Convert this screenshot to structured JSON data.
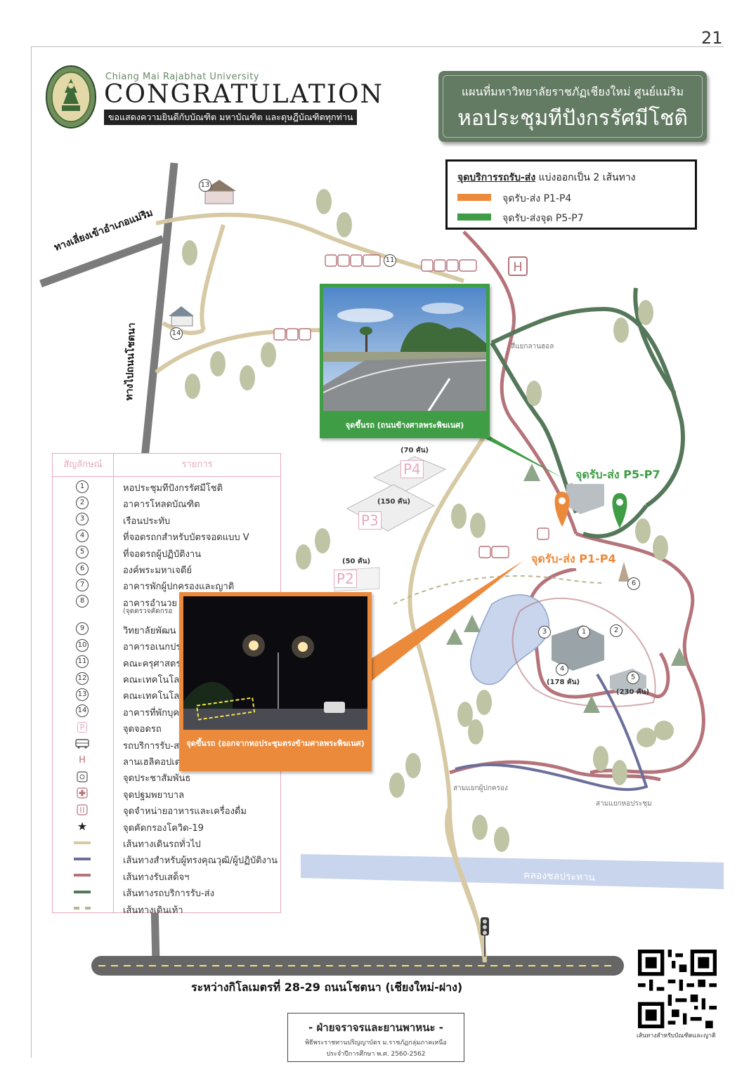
{
  "page_number": "21",
  "header": {
    "university": "Chiang Mai Rajabhat University",
    "title": "CONGRATULATION",
    "subtitle": "ขอแสดงความยินดีกับบัณฑิต มหาบัณฑิต และดุษฎีบัณฑิตทุกท่าน"
  },
  "map_title": {
    "line1": "แผนที่มหาวิทยาลัยราชภัฏเชียงใหม่ ศูนย์แม่ริม",
    "line2": "หอประชุมทีปังกรรัศมีโชติ"
  },
  "shuttle_legend": {
    "heading_bold": "จุดบริการรถรับ-ส่ง",
    "heading_rest": " แบ่งออกเป็น 2 เส้นทาง",
    "items": [
      {
        "label": "จุดรับ-ส่ง P1-P4",
        "color": "#ec8a3c"
      },
      {
        "label": "จุดรับ-ส่งจุด P5-P7",
        "color": "#3f9d45"
      }
    ]
  },
  "roads": {
    "mae_rim_junction": "ทางเลี่ยงเข้าอำเภอแม่ริม",
    "to_chotana": "ทางไปถนนโชตนา",
    "canal": "คลองชลประทาน",
    "main_road": "ระหว่างกิโลเมตรที่ 28-29 ถนนโชตนา (เชียงใหม่-ฝาง)"
  },
  "place_labels": {
    "hall_junction": "สี่แยกลานฮอล",
    "guardian_junction": "สามแยกผู้ปกครอง",
    "assembly_junction": "สามแยกหอประชุม"
  },
  "parking": {
    "p4": {
      "label": "P4",
      "capacity": "(70 คัน)"
    },
    "p3": {
      "label": "P3",
      "capacity": "(150 คัน)"
    },
    "p2": {
      "label": "P2",
      "capacity": "(50 คัน)"
    },
    "building4_capacity": "(178 คัน)",
    "building5_capacity": "(230 คัน)"
  },
  "pickup_points": {
    "green": {
      "label": "จุดรับ-ส่ง P5-P7",
      "color": "#3f9d45"
    },
    "orange": {
      "label": "จุดรับ-ส่ง P1-P4",
      "color": "#ec8a3c"
    }
  },
  "callouts": {
    "green": {
      "caption": "จุดขึ้นรถ (ถนนข้างศาลพระพิฆเนศ)"
    },
    "orange": {
      "caption": "จุดขึ้นรถ (ออกจากหอประชุมตรงข้ามศาลพระพิฆเนศ)"
    }
  },
  "legend": {
    "col_symbol": "สัญลักษณ์",
    "col_item": "รายการ",
    "rows": [
      {
        "sym": "1",
        "type": "num",
        "label": "หอประชุมทีปังกรรัศมีโชติ"
      },
      {
        "sym": "2",
        "type": "num",
        "label": "อาคารโหลดบัณฑิต"
      },
      {
        "sym": "3",
        "type": "num",
        "label": "เรือนประทับ"
      },
      {
        "sym": "4",
        "type": "num",
        "label": "ที่จอดรถกสำหรับบัตรจอดแบบ V"
      },
      {
        "sym": "5",
        "type": "num",
        "label": "ที่จอดรถผู้ปฏิบัติงาน"
      },
      {
        "sym": "6",
        "type": "num",
        "label": "องค์พระมหาเจดีย์"
      },
      {
        "sym": "7",
        "type": "num",
        "label": "อาคารพักผู้ปกครองและญาติ"
      },
      {
        "sym": "8",
        "type": "num",
        "label": "อาคารอำนวย",
        "sub": "(จุดตรวจคัดกรอ"
      },
      {
        "sym": "9",
        "type": "num",
        "label": "วิทยาลัยพัฒน"
      },
      {
        "sym": "10",
        "type": "num",
        "label": "อาคารอเนกปร"
      },
      {
        "sym": "11",
        "type": "num",
        "label": "คณะครุศาสตร"
      },
      {
        "sym": "12",
        "type": "num",
        "label": "คณะเทคโนโลยี"
      },
      {
        "sym": "13",
        "type": "num",
        "label": "คณะเทคโนโลยี"
      },
      {
        "sym": "14",
        "type": "num",
        "label": "อาคารที่พักบุค"
      },
      {
        "sym": "P",
        "type": "parking",
        "label": "จุดจอดรถ"
      },
      {
        "sym": "bus",
        "type": "bus",
        "label": "รถบริการรับ-ส"
      },
      {
        "sym": "H",
        "type": "heli",
        "label": "ลานเฮลิคอปเต"
      },
      {
        "sym": "info",
        "type": "info",
        "label": "จุดประชาสัมพันธ"
      },
      {
        "sym": "+",
        "type": "aid",
        "label": "จุดปฐมพยาบาล"
      },
      {
        "sym": "food",
        "type": "food",
        "label": "จุดจำหน่ายอาหารและเครื่องดื่ม"
      },
      {
        "sym": "★",
        "type": "star",
        "label": "จุดคัดกรองโควิด-19"
      },
      {
        "sym": "line",
        "type": "line",
        "color": "#d6c9a4",
        "label": "เส้นทางเดินรถทั่วไป"
      },
      {
        "sym": "line",
        "type": "line",
        "color": "#6b6f99",
        "label": "เส้นทางสำหรับผู้ทรงคุณวุฒิ/ผู้ปฏิบัติงาน"
      },
      {
        "sym": "line",
        "type": "line",
        "color": "#b5737a",
        "label": "เส้นทางรับเสด็จฯ"
      },
      {
        "sym": "line",
        "type": "line",
        "color": "#55775a",
        "label": "เส้นทางรถบริการรับ-ส่ง"
      },
      {
        "sym": "line",
        "type": "dash",
        "color": "#b8b58c",
        "label": "เส้นทางเดินเท้า"
      }
    ]
  },
  "map_numbers": [
    "1",
    "2",
    "3",
    "4",
    "5",
    "6",
    "11",
    "13",
    "14"
  ],
  "footer": {
    "line1": "- ฝ่ายจราจรและยานพาหนะ -",
    "line2": "พิธีพระราชทานปริญญาบัตร ม.ราชภัฏกลุ่มภาคเหนือ",
    "line3": "ประจำปีการศึกษา พ.ศ. 2560-2562"
  },
  "qr_caption": "เส้นทางสำหรับบัณฑิตและญาติ",
  "colors": {
    "title_bg": "#637a63",
    "road_beige": "#d6c9a4",
    "road_pink": "#b5737a",
    "road_navy": "#6b6f99",
    "road_green": "#55775a",
    "canal": "#c9d5ec",
    "legend_border": "#e6a9bf"
  }
}
